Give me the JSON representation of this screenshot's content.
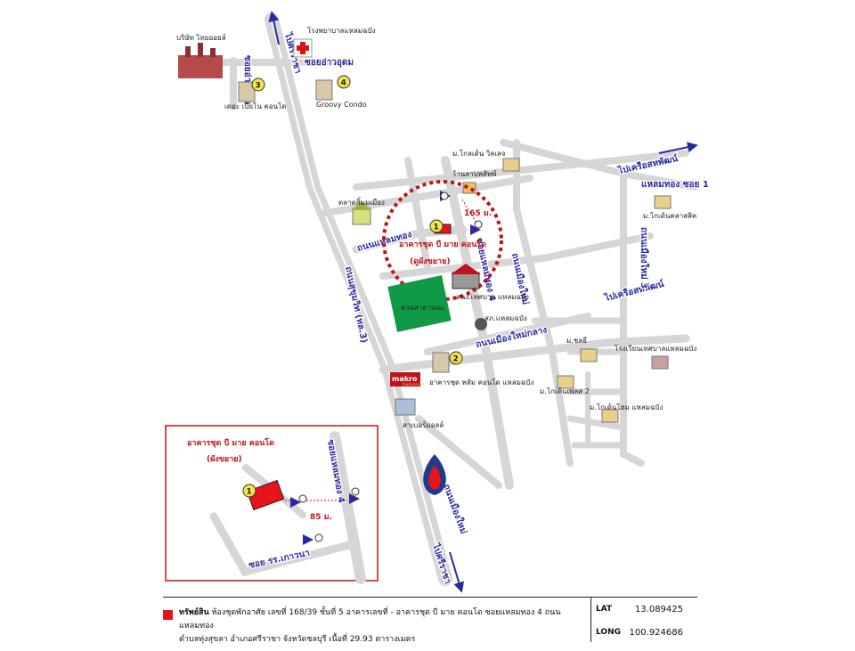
{
  "colors": {
    "road": "#d6d6d6",
    "route_label": "#2a2aa0",
    "highlight": "#c0121a",
    "property": "#e8141c",
    "park": "#0f9a46"
  },
  "labels": {
    "bmt_company": "บริษัท ไทยออยล์",
    "hospital": "โรงพยาบาลแหลมฉบัง",
    "soi_aow_udom": "ซอยอ่าวอุดม",
    "the_pio": "เดอะ เปียโน คอนโด",
    "groovy": "Groovy Condo",
    "to_phattaya": "ไปศรีราชา",
    "village_kho_len": "ม.โกลเด้น วิลเลจ",
    "laem_phon": "ร้านลาบพลัพพ์",
    "talat": "ตลาดสิ้มมเมือง",
    "laem_thong_road": "ถนนแหลมทอง",
    "building_name": "อาคารชุด บี มาย คอนโด",
    "extension_note": "(ดูผังขยาย)",
    "soi_laem_thong4": "ซอยแหลมทอง 4",
    "distance_main": "165 ม.",
    "to_khao_phanom_top": "ไปเครือสหพัฒน์",
    "laem_thong_soi1": "แหลมทอง ซอย 1",
    "m_golden_classic": "ม.โกเด้นคลาสสิค",
    "khoenmueang_road": "ถนนเมืองใหม่",
    "sukhumvit": "ถนนสุขุมวิท (ทล.3)",
    "park": "สวนสาธารณะ",
    "office_laem_chabang": "สนง.เทศบาล แหลมฉบัง",
    "city_hall": "สภ.แหลมฉบัง",
    "to_khao_phanom_mid": "ไปเครือสหพัฒน์",
    "khoenmueang_klang": "ถนนเมืองใหม่กลาง",
    "thong_chai": "ม.ชลธี",
    "rongrian": "โรงเรียนเทศบาลแหลมฉบัง",
    "makro": "makro",
    "makro_sub": "food service",
    "condo_phloen": "อาคารชุด พลัม คอนโด แหลมฉบัง",
    "m_golden_2": "ม.โกเด้นเพลส 2",
    "m_golden_home": "ม.โกเด้นโฮม แหลมฉบัง",
    "sakaeo_mall": "สาเบอร์มอลล์",
    "thong_chai_rd": "ถนนเมืองใหม่",
    "to_si_racha": "ไปศรีราชา",
    "khoenmueang_right": "ถนนเมืองใหม่ 3"
  },
  "inset": {
    "title": "อาคารชุด บี มาย คอนโด",
    "subtitle": "(ผังขยาย)",
    "soi_laem_thong4": "ซอยแหลมทอง 4",
    "distance": "85 ม.",
    "soi_road": "ซอย รร.เกาวนา"
  },
  "markers": {
    "m1": "1",
    "m2": "2",
    "m3": "3",
    "m4": "4"
  },
  "footer": {
    "asset_label": "ทรัพย์สิน",
    "asset_text": "ห้องชุดพักอาศัย เลขที่ 168/39 ชั้นที่ 5  อาคารเลขที่ -  อาคารชุด บี มาย คอนโด ซอยแหลมทอง 4 ถนนแหลมทอง",
    "asset_text2": "ตำบลทุ่งสุขลา อำเภอศรีราชา จังหวัดชลบุรี  เนื้อที่ 29.93 ตารางเมตร",
    "lat_label": "LAT",
    "lat_value": "13.089425",
    "long_label": "LONG",
    "long_value": "100.924686"
  }
}
